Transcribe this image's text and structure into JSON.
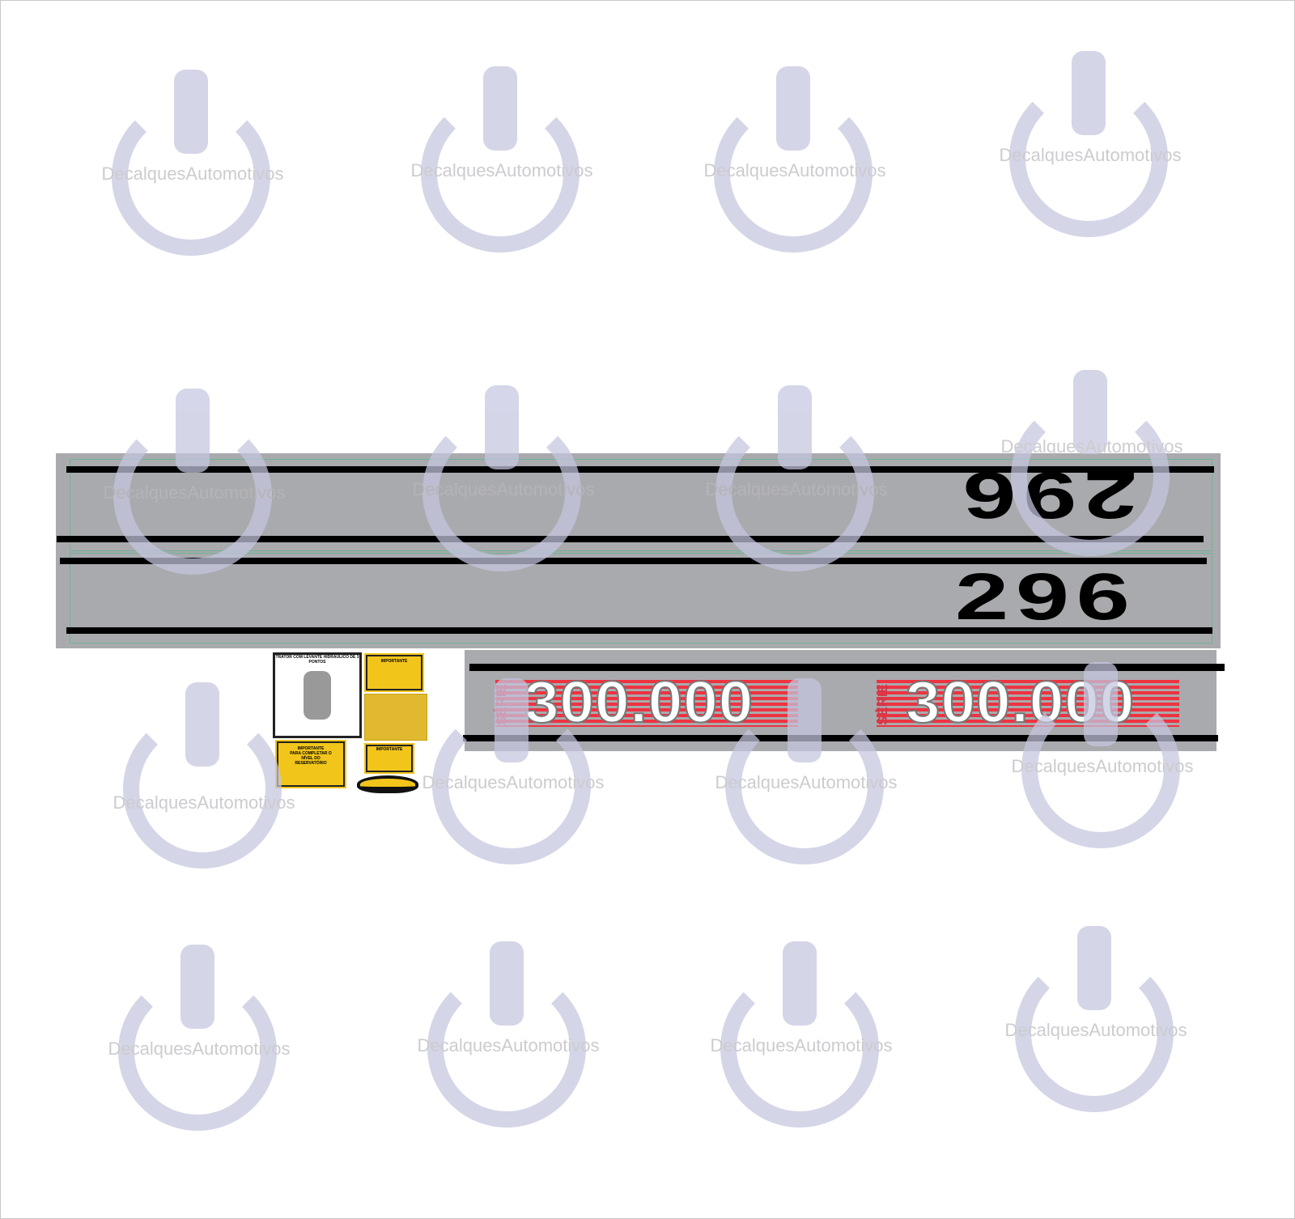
{
  "watermark": {
    "text": "DecalquesAutomotivos",
    "color": "#c5c6e0"
  },
  "decals": {
    "model_number": "296",
    "serie_label": "SÉRIE",
    "serie_number": "300.000",
    "panel_color": "#a9aaad",
    "serie_color": "#ee3340"
  },
  "labels": {
    "hydraulic_title": "TRATOR COM LEVANTE HIDRÁULICO DE 3 PONTOS",
    "important": "IMPORTANTE",
    "reservoir": "PARA COMPLETAR O NÍVEL DO RESERVATÓRIO"
  }
}
